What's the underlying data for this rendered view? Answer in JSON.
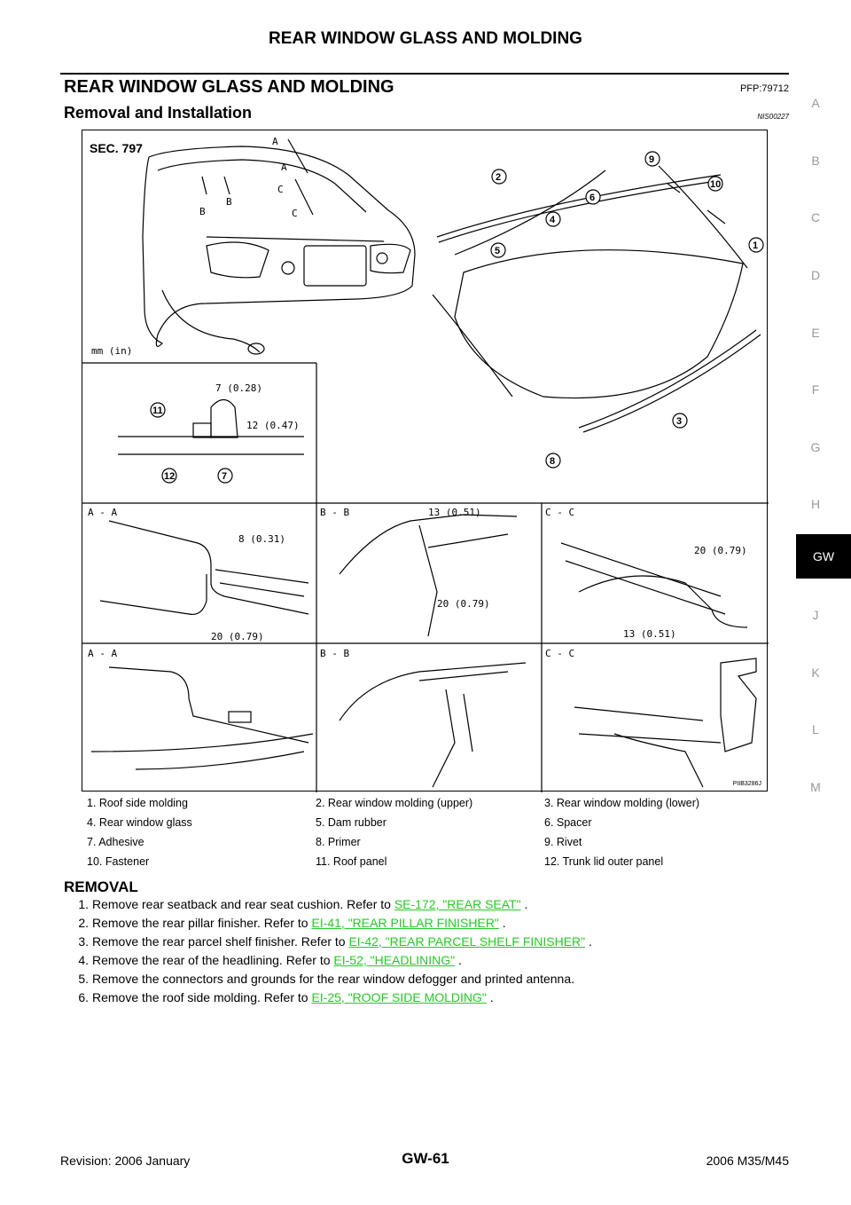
{
  "header": {
    "title": "REAR WINDOW GLASS AND MOLDING"
  },
  "section": {
    "title": "REAR WINDOW GLASS AND MOLDING",
    "pfp": "PFP:79712"
  },
  "subsection": {
    "title": "Removal and Installation",
    "code": "NIS00227"
  },
  "figure": {
    "sec_label": "SEC. 797",
    "unit_label": "mm (in)",
    "code": "PIIB3286J",
    "callouts": [
      "A",
      "A",
      "B",
      "B",
      "C",
      "C"
    ],
    "section_labels": [
      "A - A",
      "B - B",
      "C - C",
      "A - A",
      "B - B",
      "C - C"
    ],
    "dims": {
      "d1": "7 (0.28)",
      "d2": "12 (0.47)",
      "d3": "8 (0.31)",
      "d4": "20 (0.79)",
      "d5": "13 (0.51)",
      "d6": "20 (0.79)",
      "d7": "20 (0.79)",
      "d8": "13 (0.51)"
    },
    "numbers": [
      "1",
      "2",
      "3",
      "4",
      "5",
      "6",
      "7",
      "8",
      "9",
      "10",
      "11",
      "12"
    ]
  },
  "legend": [
    [
      "1.   Roof side molding",
      "2.   Rear window molding (upper)",
      "3.   Rear window molding (lower)"
    ],
    [
      "4.   Rear window glass",
      "5.   Dam rubber",
      "6.   Spacer"
    ],
    [
      "7.   Adhesive",
      "8.   Primer",
      "9.   Rivet"
    ],
    [
      "10.  Fastener",
      "11.  Roof panel",
      "12.  Trunk lid outer panel"
    ]
  ],
  "removal": {
    "title": "REMOVAL",
    "steps": [
      {
        "num": "1.",
        "text": "Remove rear seatback and rear seat cushion. Refer to ",
        "link": "SE-172, \"REAR SEAT\"",
        "tail": " ."
      },
      {
        "num": "2.",
        "text": "Remove the rear pillar finisher. Refer to ",
        "link": "EI-41, \"REAR PILLAR FINISHER\"",
        "tail": " ."
      },
      {
        "num": "3.",
        "text": "Remove the rear parcel shelf finisher. Refer to ",
        "link": "EI-42, \"REAR PARCEL SHELF FINISHER\"",
        "tail": " ."
      },
      {
        "num": "4.",
        "text": "Remove the rear of the headlining. Refer to ",
        "link": "EI-52, \"HEADLINING\"",
        "tail": " ."
      },
      {
        "num": "5.",
        "text": "Remove the connectors and grounds for the rear window defogger and printed antenna.",
        "link": "",
        "tail": ""
      },
      {
        "num": "6.",
        "text": "Remove the roof side molding. Refer to ",
        "link": "EI-25, \"ROOF SIDE MOLDING\"",
        "tail": " ."
      }
    ]
  },
  "sidebar": {
    "letters": [
      "A",
      "B",
      "C",
      "D",
      "E",
      "F",
      "G",
      "H",
      "GW",
      "J",
      "K",
      "L",
      "M"
    ],
    "active": "GW"
  },
  "footer": {
    "revision": "Revision: 2006 January",
    "page": "GW-61",
    "model": "2006 M35/M45"
  }
}
